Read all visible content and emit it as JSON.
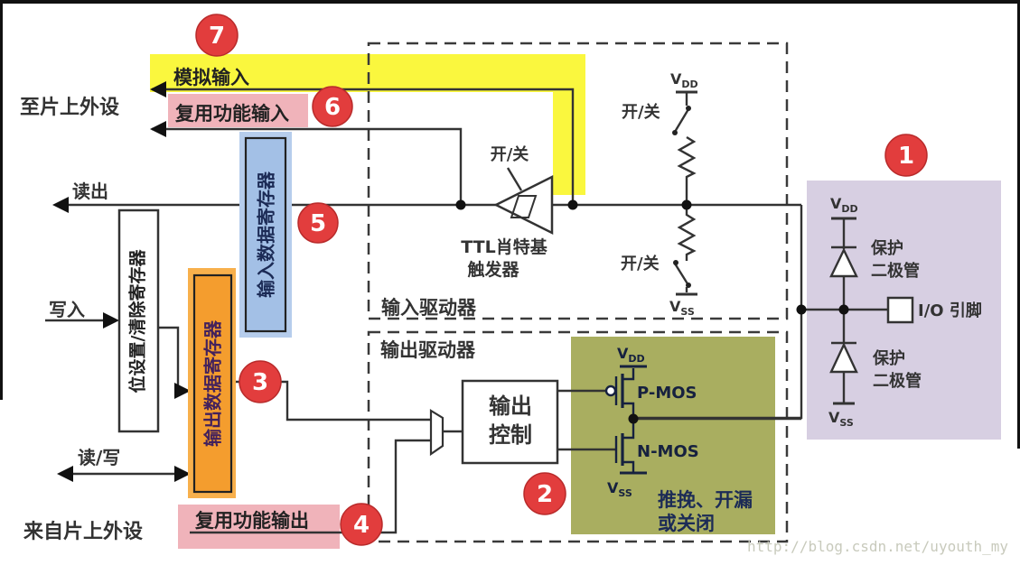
{
  "colors": {
    "highlight_yellow": "#faf73e",
    "highlight_pink": "#f0b3ba",
    "register_blue_glow": "#b6cdec",
    "register_blue": "#a3c0e6",
    "register_orange_glow": "#f8b04c",
    "register_orange": "#f49d2e",
    "mos_green": "#a9ae60",
    "protect_purple": "#d7cfe2",
    "marker_red": "#e23d3d",
    "wire": "#333333",
    "dark_navy_text": "#1c2b56",
    "orange_box_text": "#43215c"
  },
  "labels": {
    "to_onchip_peripheral": "至片上外设",
    "from_onchip_peripheral": "来自片上外设",
    "analog_input": "模拟输入",
    "alt_func_input": "复用功能输入",
    "alt_func_output": "复用功能输出",
    "read_out": "读出",
    "write_in": "写入",
    "read_write": "读/写",
    "bit_set_clear_register": "位设置/清除寄存器",
    "input_data_register": "输入数据寄存器",
    "output_data_register": "输出数据寄存器",
    "input_driver": "输入驱动器",
    "output_driver": "输出驱动器",
    "on_off": "开/关",
    "ttl_schmitt_line1": "TTL肖特基",
    "ttl_schmitt_line2": "触发器",
    "output_control_line1": "输出",
    "output_control_line2": "控制",
    "pmos": "P-MOS",
    "nmos": "N-MOS",
    "push_pull_line1": "推挽、开漏",
    "push_pull_line2": "或关闭",
    "protect": "保护",
    "diode": "二极管",
    "io_pin": "I/O 引脚",
    "v": "V",
    "dd": "DD",
    "ss": "SS"
  },
  "markers": {
    "m1": "1",
    "m2": "2",
    "m3": "3",
    "m4": "4",
    "m5": "5",
    "m6": "6",
    "m7": "7"
  },
  "watermark": "http://blog.csdn.net/uyouth_my"
}
